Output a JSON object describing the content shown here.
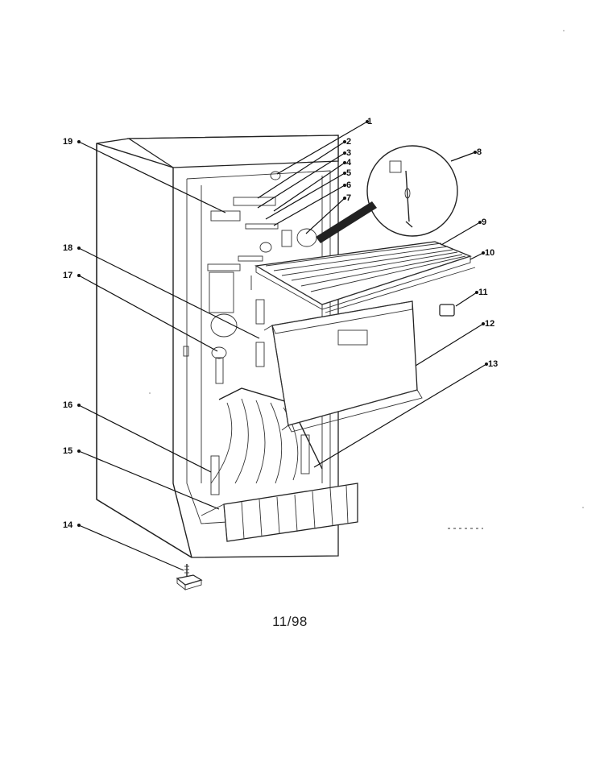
{
  "diagram": {
    "callouts": [
      {
        "id": "c1",
        "label": "1"
      },
      {
        "id": "c2",
        "label": "2"
      },
      {
        "id": "c3",
        "label": "3"
      },
      {
        "id": "c4",
        "label": "4"
      },
      {
        "id": "c5",
        "label": "5"
      },
      {
        "id": "c6",
        "label": "6"
      },
      {
        "id": "c7",
        "label": "7"
      },
      {
        "id": "c8",
        "label": "8"
      },
      {
        "id": "c9",
        "label": "9"
      },
      {
        "id": "c10",
        "label": "10"
      },
      {
        "id": "c11",
        "label": "11"
      },
      {
        "id": "c12",
        "label": "12"
      },
      {
        "id": "c13",
        "label": "13"
      },
      {
        "id": "c14",
        "label": "14"
      },
      {
        "id": "c15",
        "label": "15"
      },
      {
        "id": "c16",
        "label": "16"
      },
      {
        "id": "c17",
        "label": "17"
      },
      {
        "id": "c18",
        "label": "18"
      },
      {
        "id": "c19",
        "label": "19"
      }
    ],
    "date_code": "11/98"
  }
}
